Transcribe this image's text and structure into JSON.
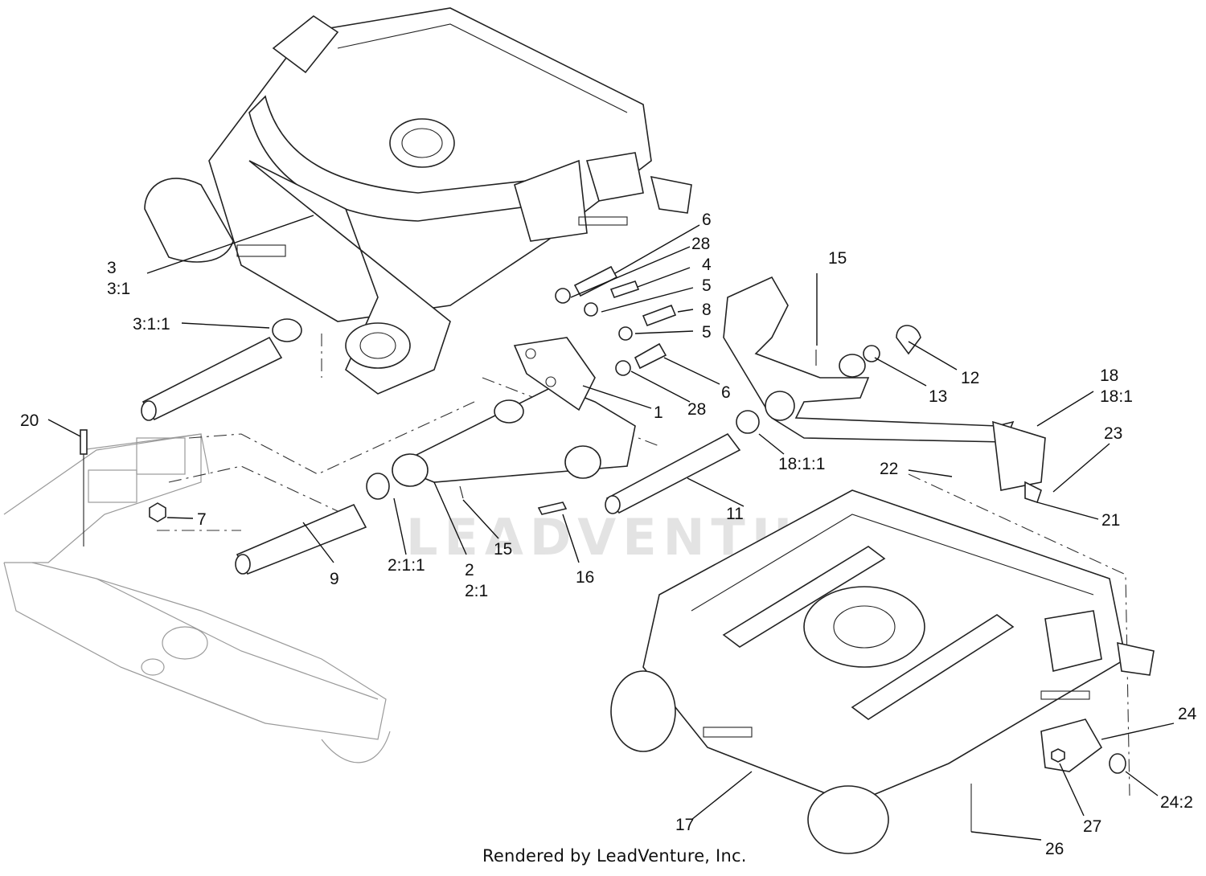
{
  "watermark": "LEADVENTURE",
  "credit": "Rendered by LeadVenture, Inc.",
  "callouts": [
    {
      "id": "c3",
      "text": "3"
    },
    {
      "id": "c3-1",
      "text": "3:1"
    },
    {
      "id": "c3-1-1",
      "text": "3:1:1"
    },
    {
      "id": "c20",
      "text": "20"
    },
    {
      "id": "c7",
      "text": "7"
    },
    {
      "id": "c9",
      "text": "9"
    },
    {
      "id": "c2-1-1",
      "text": "2:1:1"
    },
    {
      "id": "c2",
      "text": "2"
    },
    {
      "id": "c2-1",
      "text": "2:1"
    },
    {
      "id": "c15a",
      "text": "15"
    },
    {
      "id": "c16",
      "text": "16"
    },
    {
      "id": "c1",
      "text": "1"
    },
    {
      "id": "c6a",
      "text": "6"
    },
    {
      "id": "c28a",
      "text": "28"
    },
    {
      "id": "c4",
      "text": "4"
    },
    {
      "id": "c5a",
      "text": "5"
    },
    {
      "id": "c8",
      "text": "8"
    },
    {
      "id": "c5b",
      "text": "5"
    },
    {
      "id": "c6b",
      "text": "6"
    },
    {
      "id": "c28b",
      "text": "28"
    },
    {
      "id": "c15b",
      "text": "15"
    },
    {
      "id": "c12",
      "text": "12"
    },
    {
      "id": "c13",
      "text": "13"
    },
    {
      "id": "c18",
      "text": "18"
    },
    {
      "id": "c18-1",
      "text": "18:1"
    },
    {
      "id": "c23",
      "text": "23"
    },
    {
      "id": "c22",
      "text": "22"
    },
    {
      "id": "c21",
      "text": "21"
    },
    {
      "id": "c18-1-1",
      "text": "18:1:1"
    },
    {
      "id": "c11",
      "text": "11"
    },
    {
      "id": "c24",
      "text": "24"
    },
    {
      "id": "c24-2",
      "text": "24:2"
    },
    {
      "id": "c27",
      "text": "27"
    },
    {
      "id": "c26",
      "text": "26"
    },
    {
      "id": "c17",
      "text": "17"
    }
  ]
}
